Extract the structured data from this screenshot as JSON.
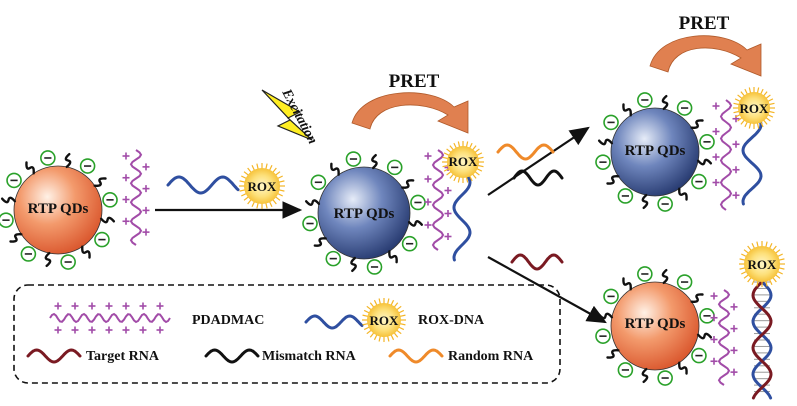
{
  "labels": {
    "qd": "RTP QDs",
    "rox": "ROX",
    "pret": "PRET",
    "excitation": "Excitation"
  },
  "legend": {
    "pdadmac": "PDADMAC",
    "rox_dna": "ROX-DNA",
    "target_rna": "Target RNA",
    "mismatch_rna": "Mismatch RNA",
    "random_rna": "Random RNA"
  },
  "colors": {
    "qd_orange": "#ee7a4a",
    "qd_blue": "#3b5a9a",
    "dna_blue": "#2f4fa0",
    "target_rna": "#7a1a22",
    "mismatch_rna": "#111111",
    "random_rna": "#ef8a2a",
    "pdadmac": "#a24ca8",
    "pret_arrow": "#e08050",
    "halo": "#f6c23a",
    "minus": "#2aa12a"
  }
}
